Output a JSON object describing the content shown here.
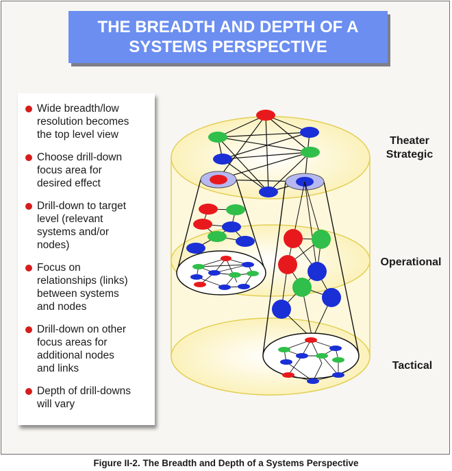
{
  "title_lines": [
    "THE BREADTH AND DEPTH OF A",
    "SYSTEMS PERSPECTIVE"
  ],
  "bullets": [
    {
      "lines": [
        "Wide breadth/low",
        "resolution becomes",
        "the top level view"
      ]
    },
    {
      "lines": [
        "Choose drill-down",
        "focus area for",
        "desired effect"
      ]
    },
    {
      "lines": [
        "Drill-down to target",
        "level (relevant",
        "systems and/or",
        "nodes)"
      ]
    },
    {
      "lines": [
        "Focus on",
        "relationships (links)",
        "between systems",
        "and nodes"
      ]
    },
    {
      "lines": [
        "Drill-down on other",
        "focus areas for",
        "additional nodes",
        "and links"
      ]
    },
    {
      "lines": [
        "Depth of drill-downs",
        "will vary"
      ]
    }
  ],
  "levels": {
    "theater_lines": [
      "Theater",
      "Strategic"
    ],
    "operational": "Operational",
    "tactical": "Tactical"
  },
  "caption": "Figure II-2.  The Breadth and Depth of a Systems Perspective",
  "colors": {
    "banner": "#6b8ef0",
    "bullet": "#d61c1c",
    "node_red": "#e8191c",
    "node_green": "#2fbf4a",
    "node_blue": "#1a2fd6",
    "cylinder_fill": "#fdf7d2",
    "cylinder_stroke": "#e2cf55",
    "focus_ring": "#b6b8f2"
  }
}
